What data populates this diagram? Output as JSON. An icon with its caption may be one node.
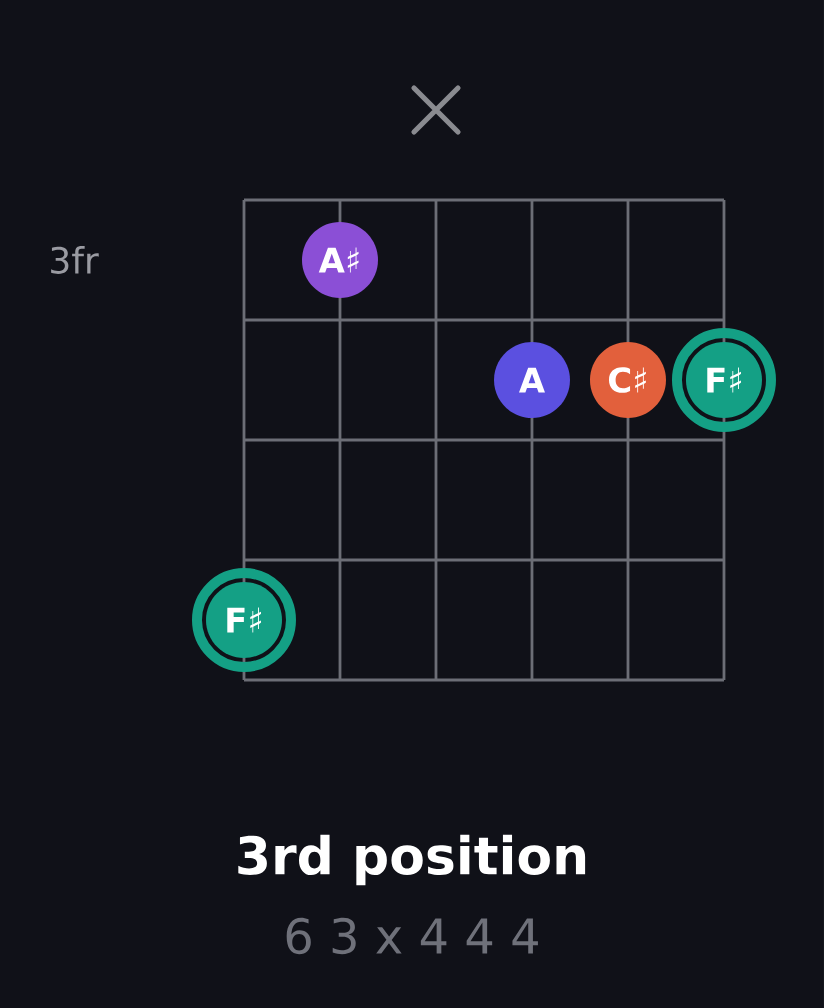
{
  "diagram": {
    "title": "3rd position",
    "nodes": [
      {
        "text": [
          "A♯"
        ]
      },
      {
        "text": [
          "A"
        ]
      },
      {
        "text": [
          "C♯"
        ]
      },
      {
        "text": [
          "F♯"
        ]
      },
      {
        "text": [
          "F♯"
        ]
      }
    ],
    "labels": [
      "3fr",
      "6 3 x 4 4 4"
    ]
  }
}
